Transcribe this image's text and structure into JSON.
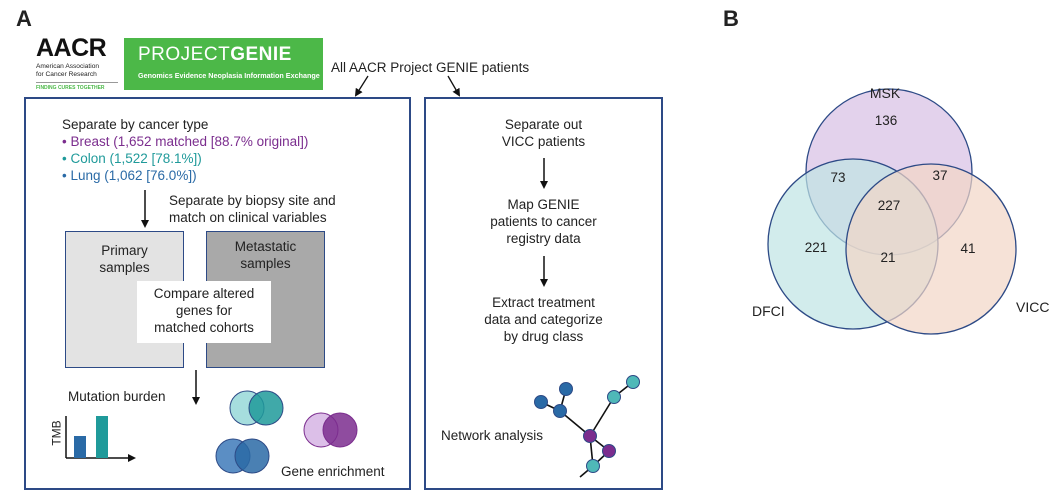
{
  "panel_a": {
    "letter": "A",
    "logos": {
      "aacr": {
        "wordmark": "AACR",
        "line1": "American Association",
        "line2": "for Cancer Research",
        "tagline": "FINDING CURES TOGETHER"
      },
      "genie": {
        "word1": "PROJECT",
        "word2": "GENIE",
        "subtitle": "Genomics Evidence Neoplasia Information Exchange"
      }
    },
    "header": "All AACR Project GENIE patients",
    "left_box": {
      "separate_cancer": "Separate by cancer type",
      "cancers": [
        {
          "label": "• Breast (1,652 matched [88.7% original])",
          "color": "#7b2d8e"
        },
        {
          "label": "• Colon (1,522 [78.1%])",
          "color": "#1f9a9a"
        },
        {
          "label": "• Lung (1,062 [76.0%])",
          "color": "#2a6aa6"
        }
      ],
      "separate_biopsy_1": "Separate by biopsy site and",
      "separate_biopsy_2": "match on clinical variables",
      "primary_1": "Primary",
      "primary_2": "samples",
      "metastatic_1": "Metastatic",
      "metastatic_2": "samples",
      "compare_1": "Compare altered",
      "compare_2": "genes for",
      "compare_3": "matched cohorts",
      "mutation_burden": "Mutation burden",
      "tmb_label": "TMB",
      "gene_enrichment": "Gene enrichment"
    },
    "right_box": {
      "step1_1": "Separate out",
      "step1_2": "VICC patients",
      "step2_1": "Map GENIE",
      "step2_2": "patients to cancer",
      "step2_3": "registry data",
      "step3_1": "Extract treatment",
      "step3_2": "data and categorize",
      "step3_3": "by drug class",
      "network": "Network analysis"
    }
  },
  "panel_b": {
    "letter": "B",
    "venn": {
      "sets": [
        {
          "name": "MSK",
          "color": "#d9c3e6"
        },
        {
          "name": "DFCI",
          "color": "#bfe4e4"
        },
        {
          "name": "VICC",
          "color": "#f2d5c6"
        }
      ],
      "regions": {
        "msk_only": "136",
        "dfci_only": "221",
        "vicc_only": "41",
        "msk_dfci": "73",
        "msk_vicc": "37",
        "dfci_vicc": "21",
        "all": "227"
      }
    }
  }
}
